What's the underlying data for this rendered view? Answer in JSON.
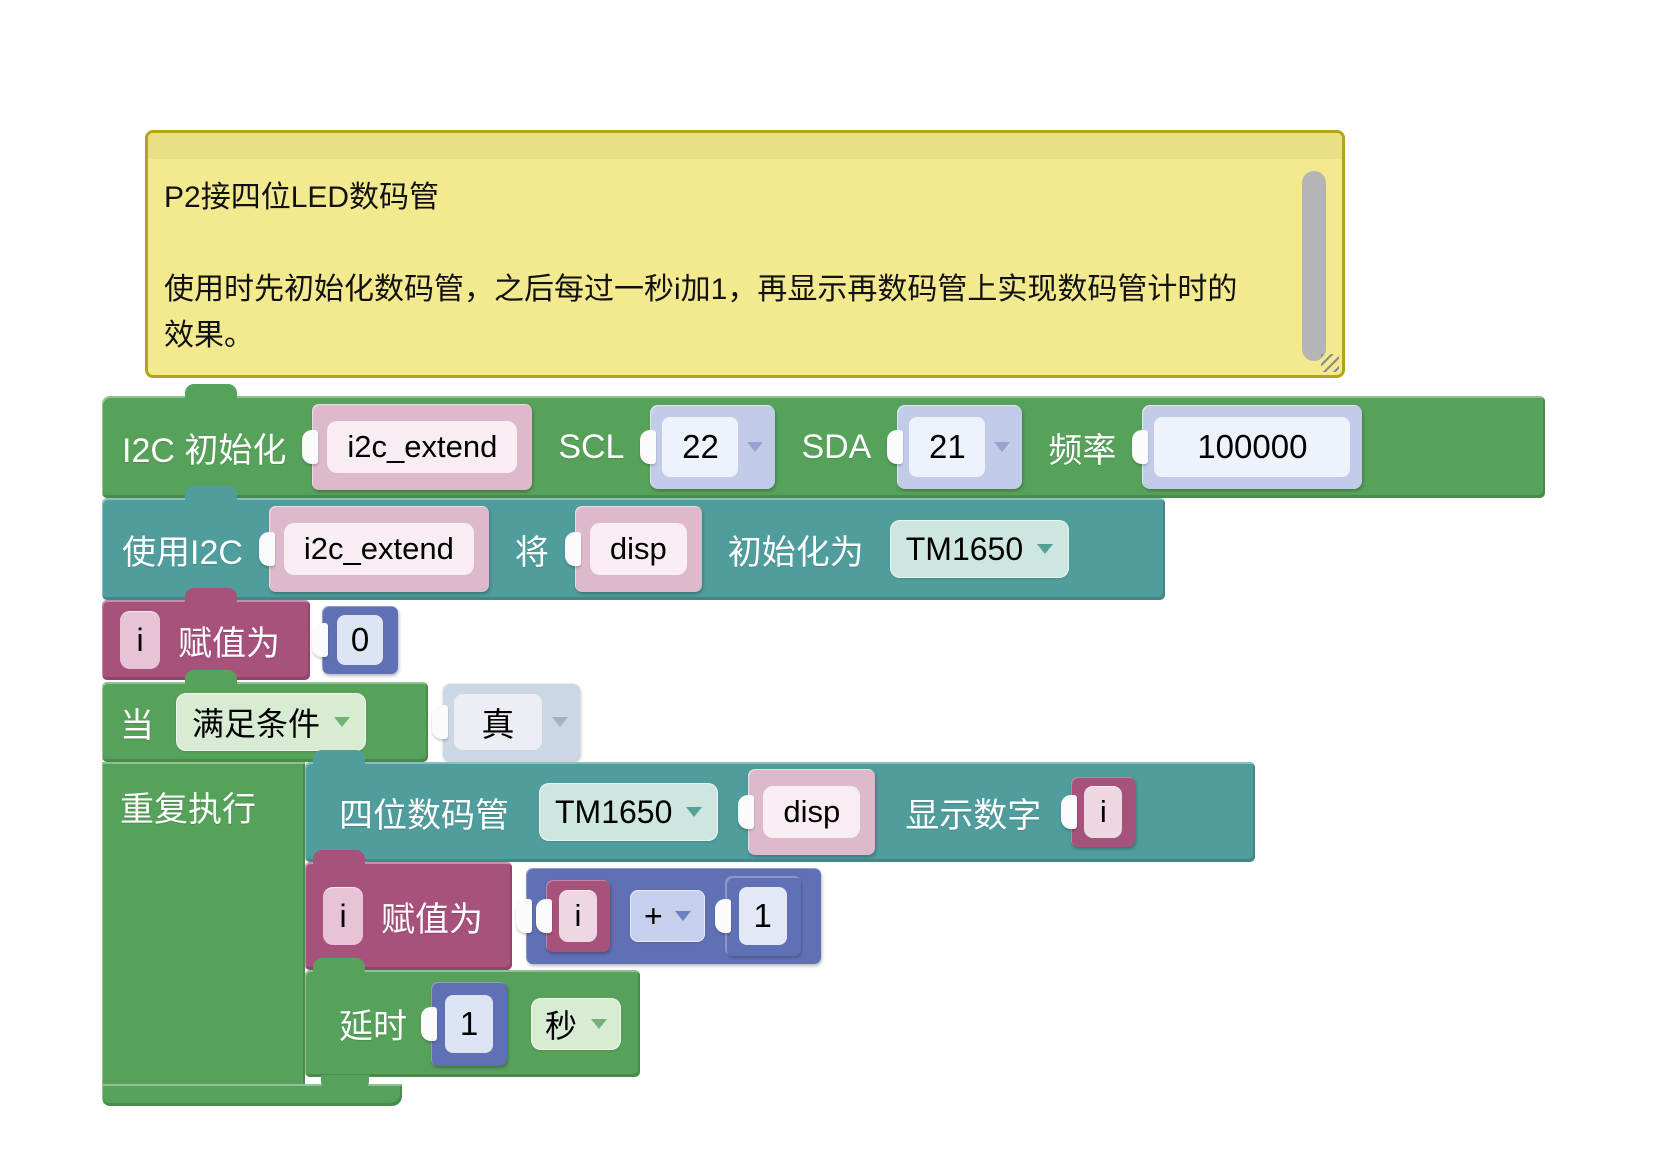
{
  "comment": {
    "line1": "P2接四位LED数码管",
    "line2": "使用时先初始化数码管，之后每过一秒i加1，再显示再数码管上实现数码管计时的效果。"
  },
  "colors": {
    "block_green": "#57a25a",
    "block_teal": "#4f9e9d",
    "block_magenta": "#a6527b",
    "block_blue": "#6070b4",
    "comment_bg": "#f3e98f",
    "comment_border": "#b3a418"
  },
  "blocks": {
    "i2c_init": {
      "label": "I2C 初始化",
      "variable": "i2c_extend",
      "scl_label": "SCL",
      "scl_value": "22",
      "sda_label": "SDA",
      "sda_value": "21",
      "freq_label": "频率",
      "freq_value": "100000"
    },
    "i2c_use": {
      "label": "使用I2C",
      "variable": "i2c_extend",
      "will_label": "将",
      "display_var": "disp",
      "init_as_label": "初始化为",
      "chip_model": "TM1650"
    },
    "init_var": {
      "variable": "i",
      "assign_label": "赋值为",
      "value": "0"
    },
    "while_loop": {
      "while_label": "当",
      "condition_dropdown": "满足条件",
      "condition_value": "真",
      "repeat_label": "重复执行"
    },
    "display_digit": {
      "label": "四位数码管",
      "chip_model": "TM1650",
      "display_var": "disp",
      "show_label": "显示数字",
      "variable": "i"
    },
    "increment": {
      "variable": "i",
      "assign_label": "赋值为",
      "left_operand": "i",
      "operator": "+",
      "right_operand": "1"
    },
    "delay": {
      "label": "延时",
      "value": "1",
      "unit": "秒"
    }
  }
}
